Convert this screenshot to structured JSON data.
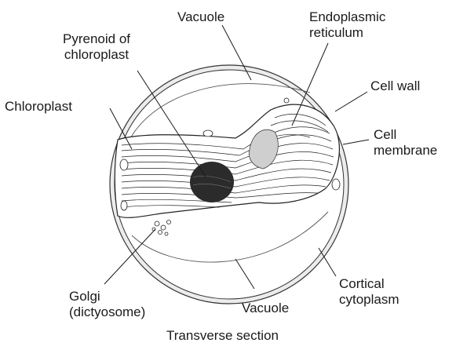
{
  "caption": "Transverse section",
  "labels": {
    "vacuole_top": "Vacuole",
    "er_line1": "Endoplasmic",
    "er_line2": "reticulum",
    "pyrenoid_line1": "Pyrenoid of",
    "pyrenoid_line2": "chloroplast",
    "chloroplast": "Chloroplast",
    "cell_wall": "Cell wall",
    "cell_membrane_line1": "Cell",
    "cell_membrane_line2": "membrane",
    "golgi_line1": "Golgi",
    "golgi_line2": "(dictyosome)",
    "vacuole_bottom": "Vacuole",
    "cortical_line1": "Cortical",
    "cortical_line2": "cytoplasm"
  },
  "colors": {
    "ink": "#1a1a1a",
    "wall_fill": "#ececec",
    "pyrenoid": "#2b2b2b",
    "er_stipple": "#cfcfcf"
  }
}
